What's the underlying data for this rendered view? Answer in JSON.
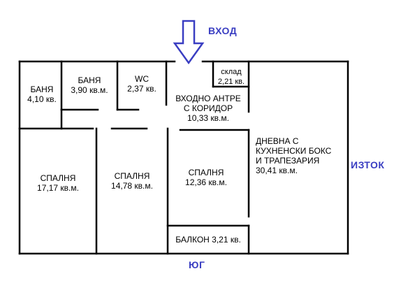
{
  "compass": {
    "entrance": "ВХОД",
    "east": "ИЗТОК",
    "south": "ЮГ"
  },
  "colors": {
    "walls": "#000000",
    "labels_nav": "#3a3ec2",
    "arrow": "#3a3ec2"
  },
  "icons": {
    "entrance_arrow": "down-arrow-icon"
  },
  "rooms": {
    "bath1": {
      "name": "БАНЯ",
      "area": "4,10 кв."
    },
    "bath2": {
      "name": "БАНЯ",
      "area": "3,90 кв.м."
    },
    "wc": {
      "name": "WC",
      "area": "2,37 кв."
    },
    "storage": {
      "name": "склад",
      "area": "2,21 кв."
    },
    "hall": {
      "line1": "ВХОДНО АНТРЕ",
      "line2": "С КОРИДОР",
      "area": "10,33 кв.м."
    },
    "living": {
      "line1": "ДНЕВНА С",
      "line2": "КУХНЕНСКИ БОКС",
      "line3": "И ТРАПЕЗАРИЯ",
      "area": "30,41  кв.м."
    },
    "bed1": {
      "name": "СПАЛНЯ",
      "area": "17,17 кв.м."
    },
    "bed2": {
      "name": "СПАЛНЯ",
      "area": "14,78 кв.м."
    },
    "bed3": {
      "name": "СПАЛНЯ",
      "area": "12,36 кв.м."
    },
    "balcony": {
      "label": "БАЛКОН 3,21 кв."
    }
  }
}
